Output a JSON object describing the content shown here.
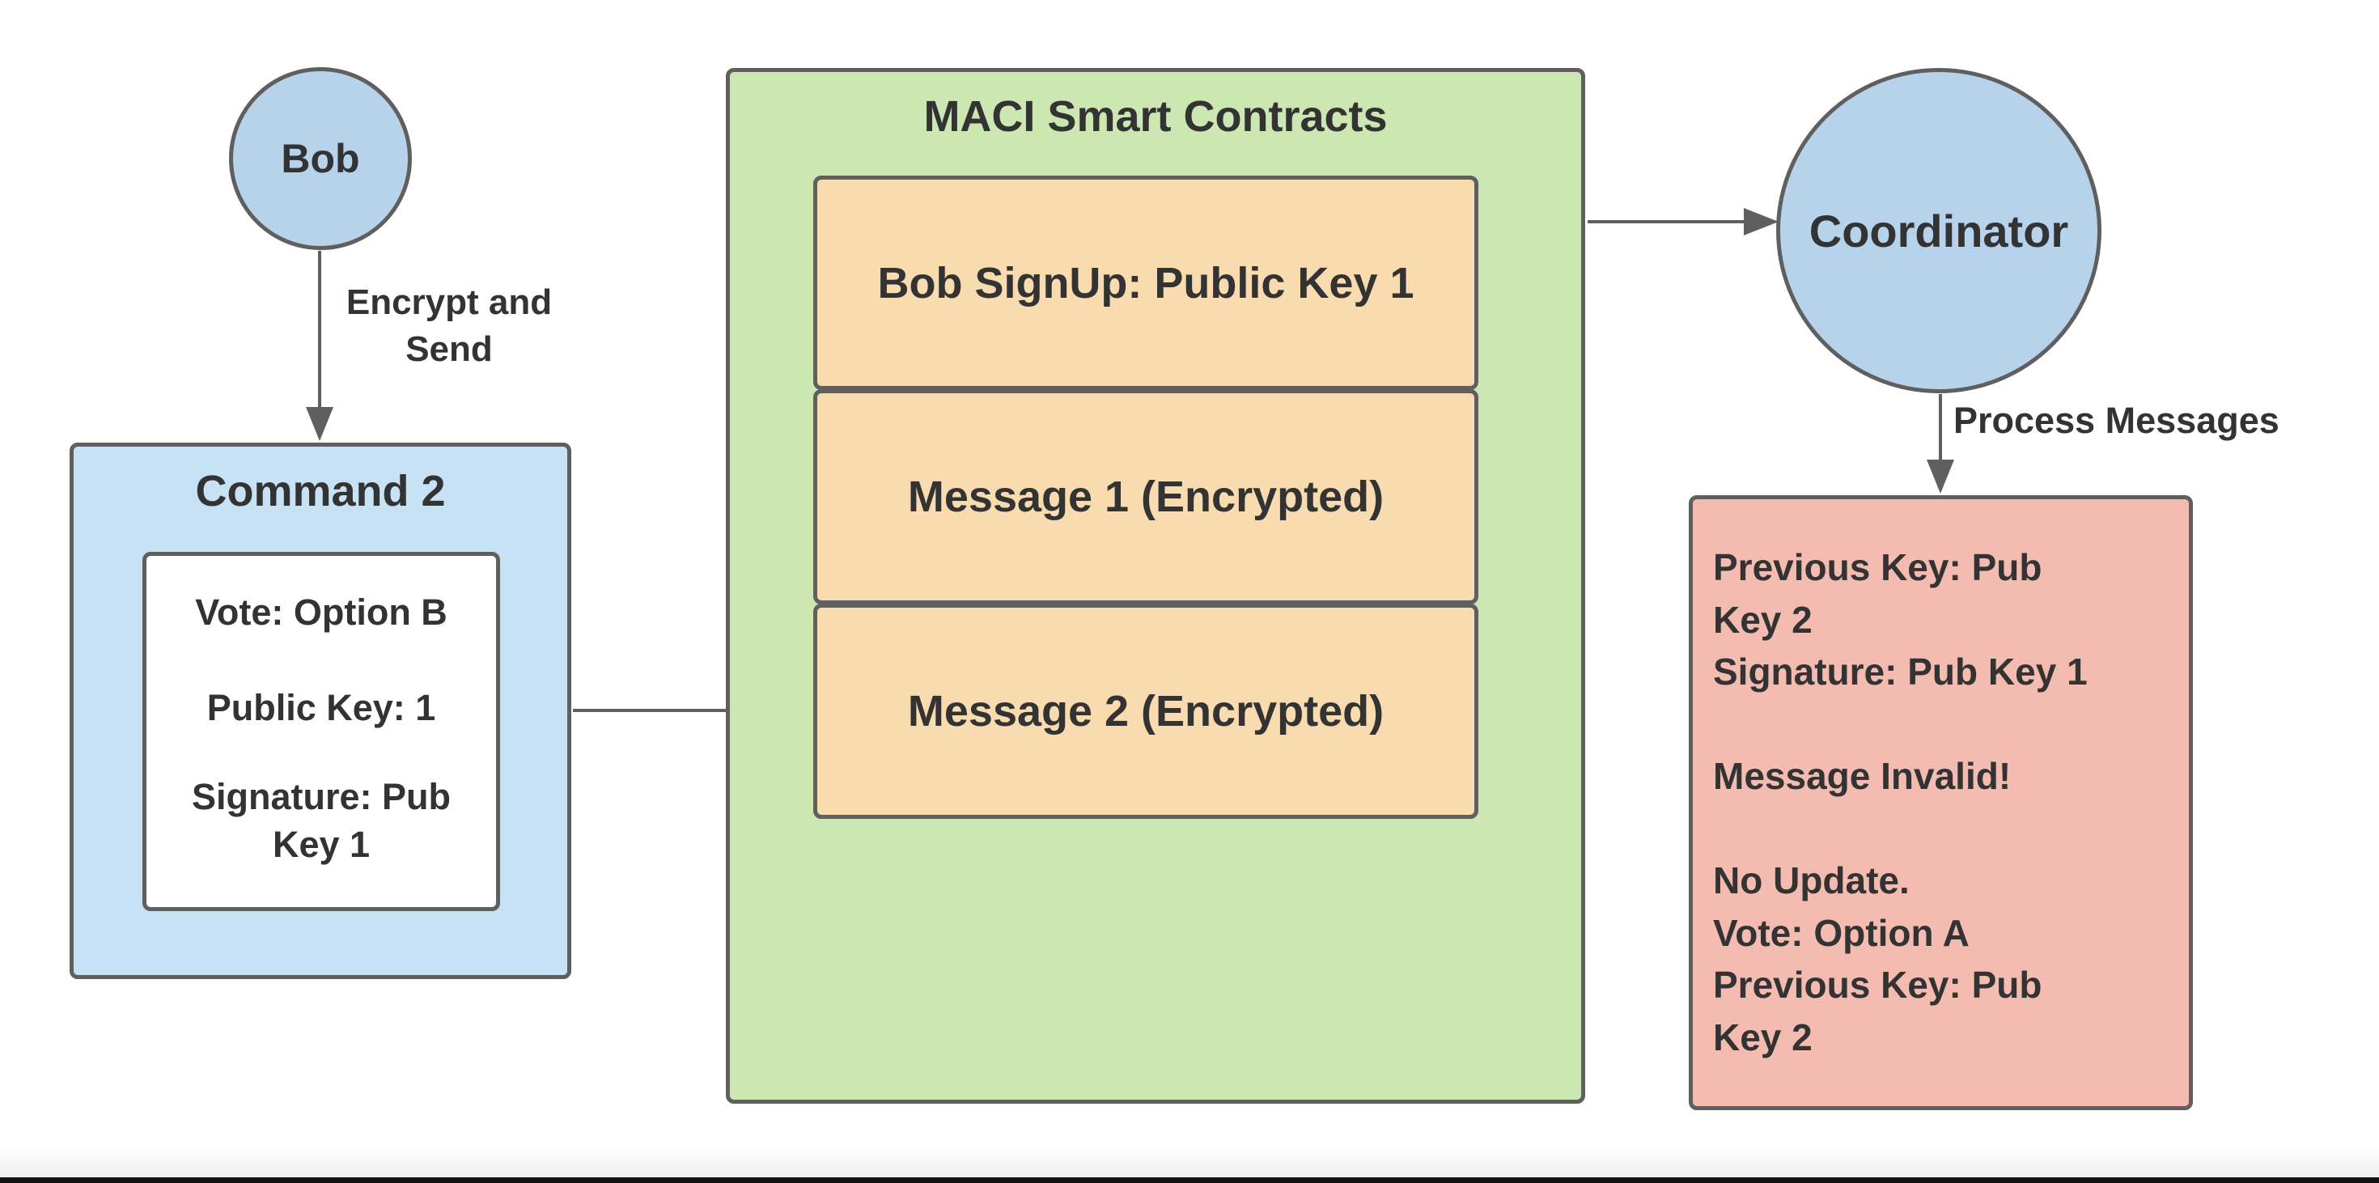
{
  "nodes": {
    "bob": {
      "label": "Bob"
    },
    "coordinator": {
      "label": "Coordinator"
    },
    "command": {
      "title": "Command 2",
      "vote": "Vote: Option B",
      "public_key": "Public Key: 1",
      "signature_line1": "Signature: Pub",
      "signature_line2": "Key 1"
    },
    "contracts": {
      "title": "MACI Smart Contracts",
      "items": [
        "Bob SignUp: Public Key 1",
        "Message 1 (Encrypted)",
        "Message 2 (Encrypted)"
      ]
    },
    "result": {
      "lines": [
        "Previous Key: Pub",
        "Key 2",
        "Signature: Pub Key 1",
        "",
        "Message Invalid!",
        "",
        "No Update.",
        "Vote: Option A",
        "Previous Key: Pub",
        "Key 2"
      ]
    }
  },
  "edges": {
    "encrypt_line1": "Encrypt and",
    "encrypt_line2": "Send",
    "process": "Process Messages"
  },
  "colors": {
    "circle_fill": "#b7d3ec",
    "command_fill": "#c7e1f5",
    "contracts_fill": "#cde7b3",
    "message_fill": "#f9dbb0",
    "result_fill": "#f4bcb0",
    "stroke": "#5f5f5f",
    "text": "#333333"
  }
}
